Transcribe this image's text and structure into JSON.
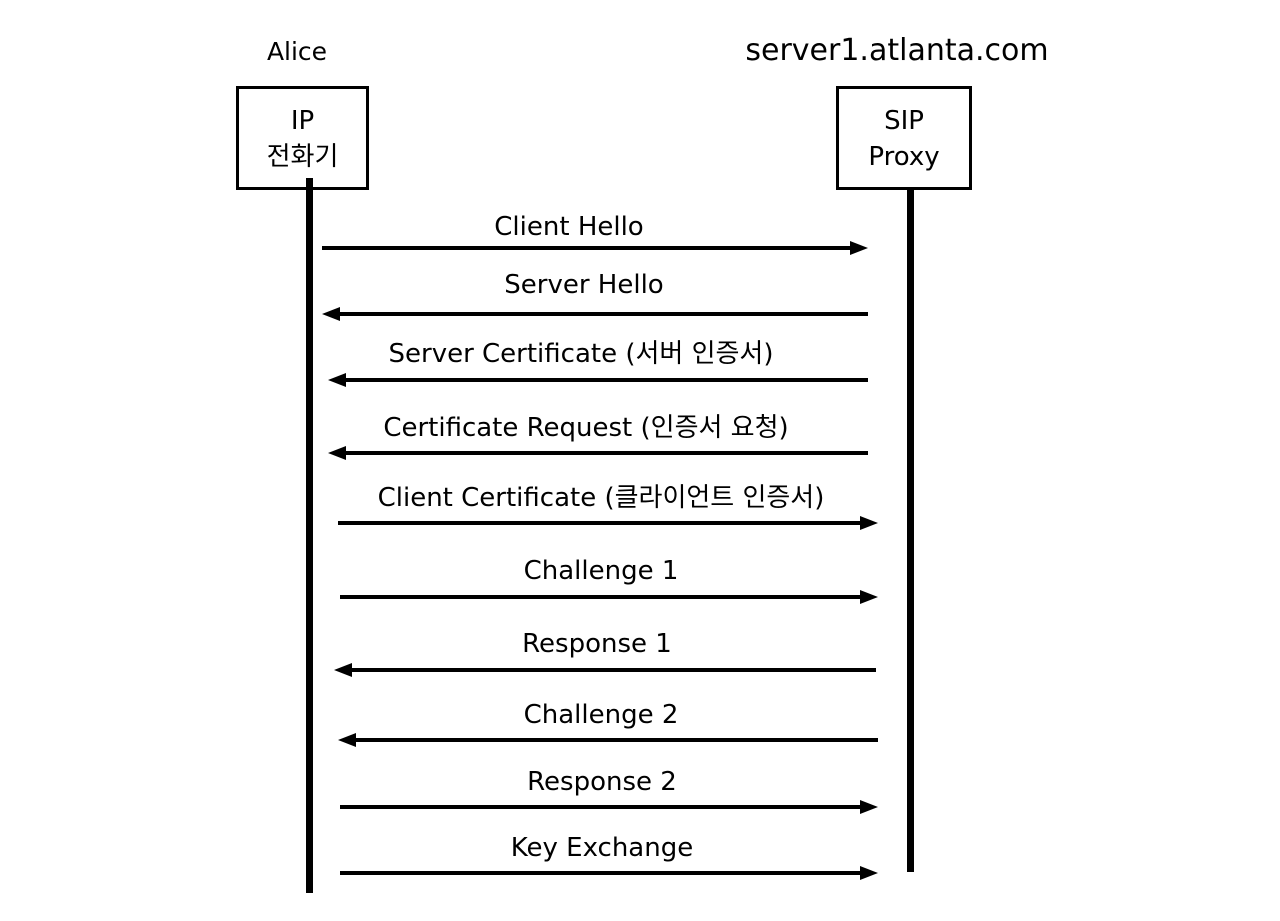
{
  "participants": {
    "alice": {
      "name": "Alice",
      "box_line1": "IP",
      "box_line2": "전화기"
    },
    "proxy": {
      "name": "server1.atlanta.com",
      "box_line1": "SIP",
      "box_line2": "Proxy"
    }
  },
  "messages": [
    {
      "label": "Client Hello",
      "direction": "to-proxy"
    },
    {
      "label": "Server Hello",
      "direction": "to-alice"
    },
    {
      "label": "Server Certificate (서버 인증서)",
      "direction": "to-alice"
    },
    {
      "label": "Certificate Request (인증서 요청)",
      "direction": "to-alice"
    },
    {
      "label": "Client Certificate (클라이언트 인증서)",
      "direction": "to-proxy"
    },
    {
      "label": "Challenge 1",
      "direction": "to-proxy"
    },
    {
      "label": "Response 1",
      "direction": "to-alice"
    },
    {
      "label": "Challenge 2",
      "direction": "to-alice"
    },
    {
      "label": "Response 2",
      "direction": "to-proxy"
    },
    {
      "label": "Key Exchange",
      "direction": "to-proxy"
    }
  ],
  "colors": {
    "line": "#000000",
    "background": "#ffffff"
  }
}
